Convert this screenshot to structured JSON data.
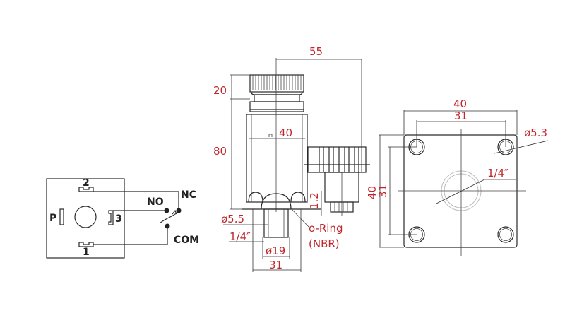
{
  "colors": {
    "dimension_text": "#c0272d",
    "line": "#2a2a2a",
    "background": "#ffffff"
  },
  "wiring_diagram": {
    "terminals": {
      "pin_1": "1",
      "pin_2": "2",
      "pin_3": "3",
      "pin_p": "P"
    },
    "switch_labels": {
      "no": "NO",
      "nc": "NC",
      "com": "COM"
    }
  },
  "side_view": {
    "dimensions": {
      "width_overall": "55",
      "cap_height": "20",
      "body_height": "80",
      "body_width": "40",
      "o_ring_offset": "1.2",
      "mount_hole": "ø5.5",
      "thread": "1/4″",
      "port_diameter": "ø19",
      "base_width": "31"
    },
    "callouts": {
      "o_ring_line1": "o-Ring",
      "o_ring_line2": "(NBR)"
    }
  },
  "bottom_view": {
    "dimensions": {
      "width_overall": "40",
      "hole_spacing_h": "31",
      "height_overall": "40",
      "hole_spacing_v": "31",
      "hole_diameter": "ø5.3",
      "port_thread": "1/4″"
    }
  }
}
